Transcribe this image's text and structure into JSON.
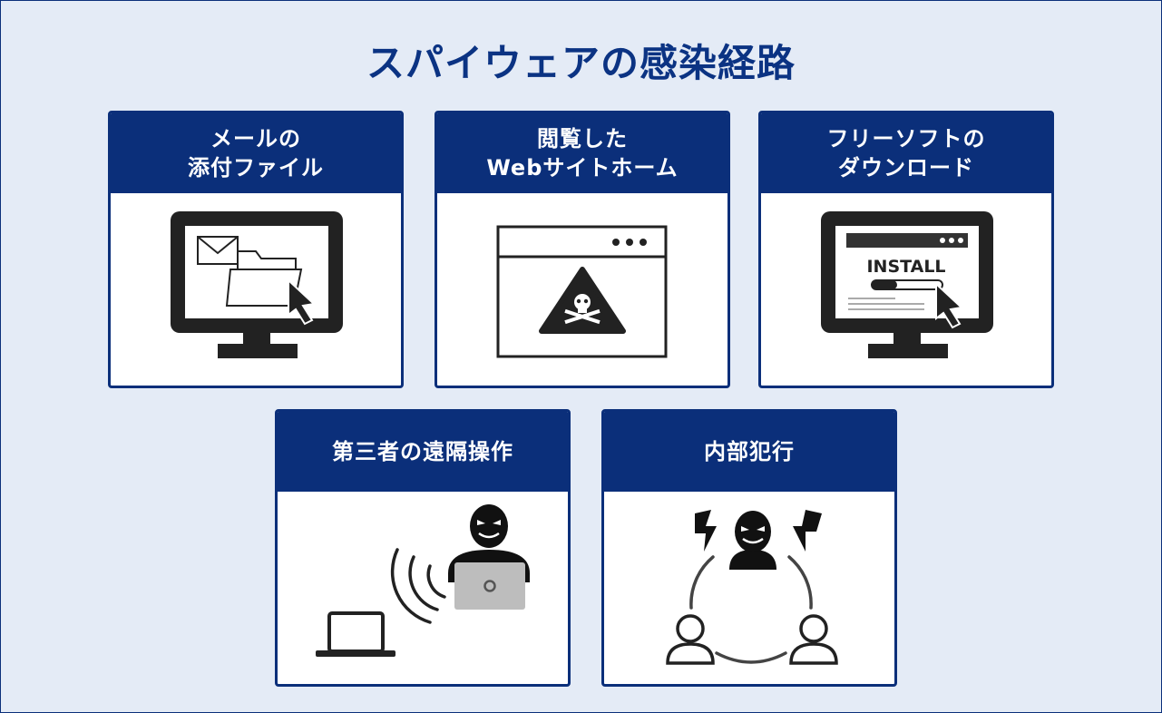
{
  "title": "スパイウェアの感染経路",
  "routes": [
    {
      "label": "メールの\n添付ファイル",
      "icon": "monitor-mail-folder-icon"
    },
    {
      "label": "閲覧した\nWebサイトホーム",
      "icon": "browser-warning-skull-icon"
    },
    {
      "label": "フリーソフトの\nダウンロード",
      "icon": "monitor-install-icon",
      "install_text": "INSTALL"
    },
    {
      "label": "第三者の遠隔操作",
      "icon": "hacker-remote-laptop-icon"
    },
    {
      "label": "内部犯行",
      "icon": "insider-threat-icon"
    }
  ],
  "colors": {
    "navy": "#0b2f7a",
    "background": "#e4ebf6",
    "icon": "#222222",
    "laptop_gray": "#bdbdbd"
  }
}
